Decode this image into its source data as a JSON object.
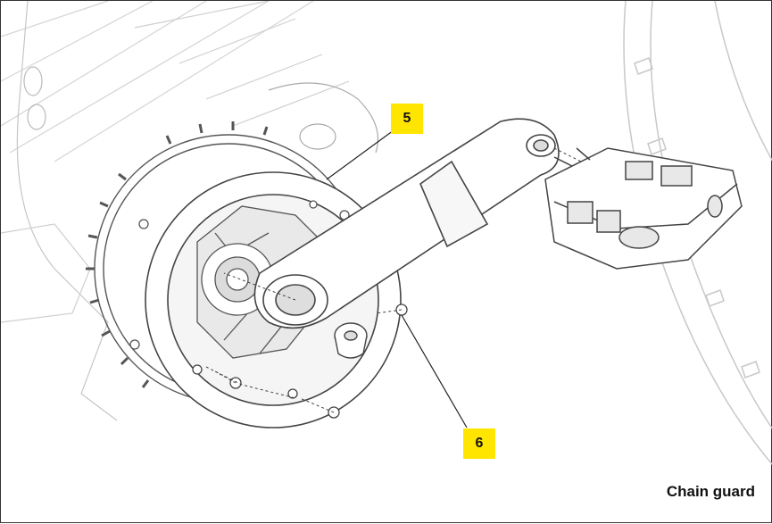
{
  "callouts": {
    "guard_number": "5",
    "screw_number": "6"
  },
  "caption": "Chain guard",
  "colors": {
    "callout_background": "#ffe500",
    "line_art": "#555555"
  }
}
